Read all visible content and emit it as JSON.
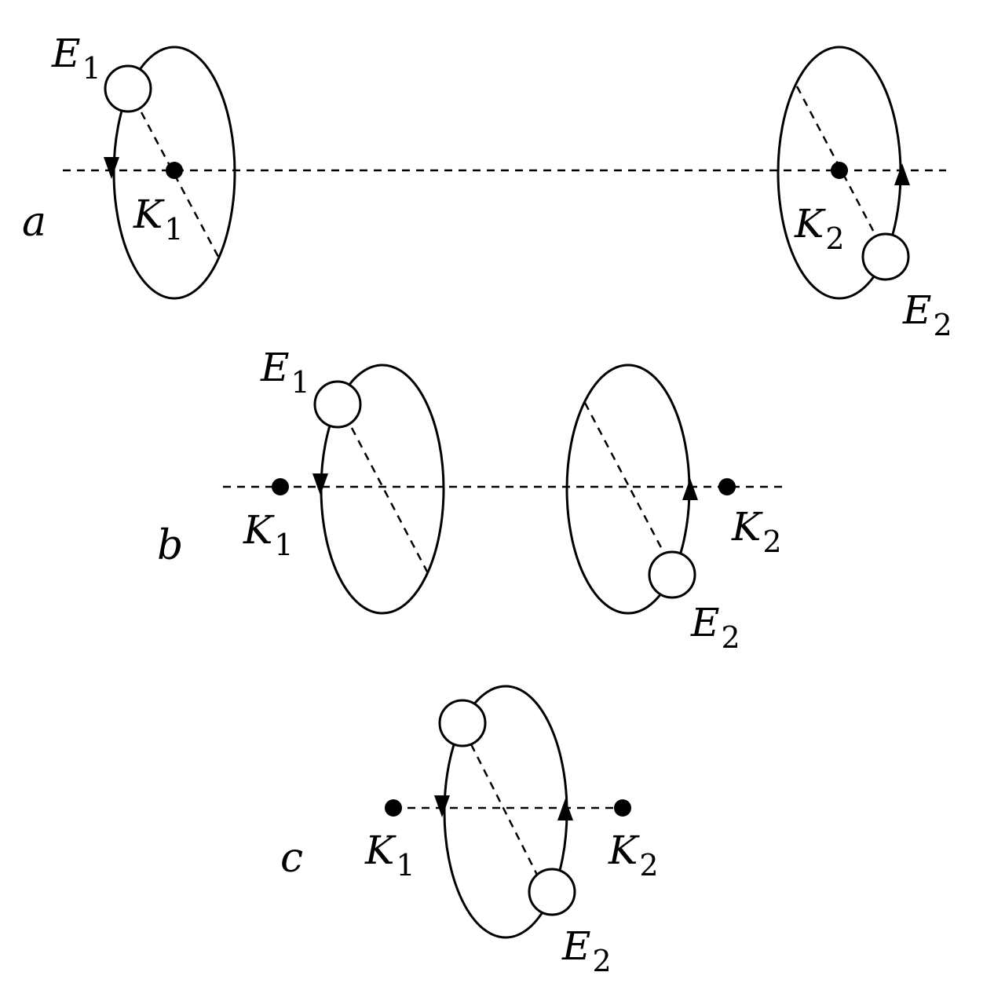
{
  "panels": {
    "a": {
      "letter": "a"
    },
    "b": {
      "letter": "b"
    },
    "c": {
      "letter": "c"
    }
  },
  "labels": {
    "E": "E",
    "K": "K",
    "sub1": "1",
    "sub2": "2"
  }
}
